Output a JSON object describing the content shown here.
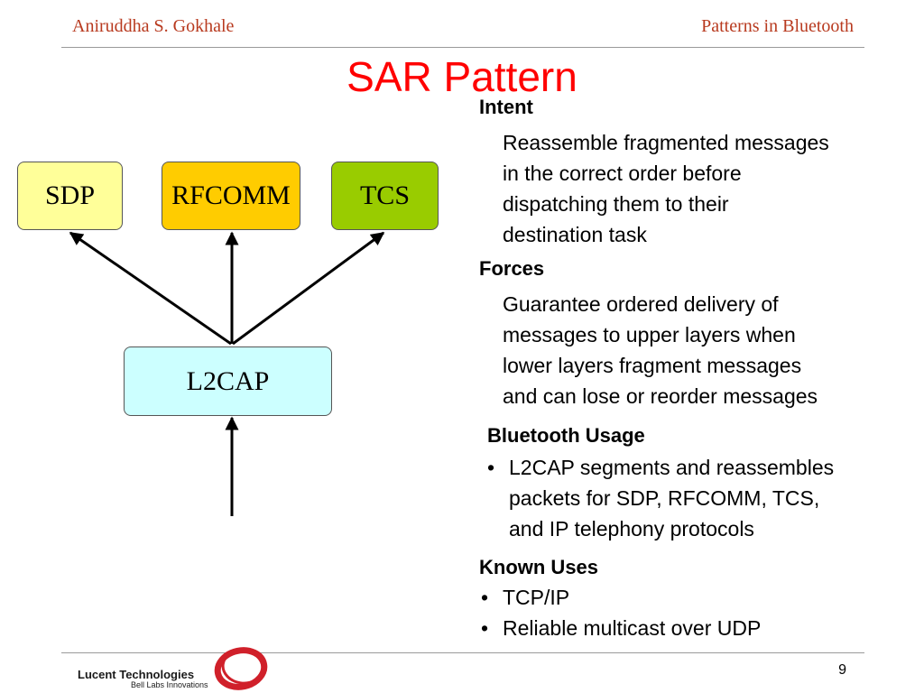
{
  "header": {
    "author": "Aniruddha S. Gokhale",
    "topic": "Patterns in Bluetooth"
  },
  "slide": {
    "title": "SAR Pattern"
  },
  "diagram": {
    "nodes": [
      {
        "id": "sdp",
        "label": "SDP",
        "color": "#ffff99"
      },
      {
        "id": "rfcomm",
        "label": "RFCOMM",
        "color": "#ffcc00"
      },
      {
        "id": "tcs",
        "label": "TCS",
        "color": "#99cc00"
      },
      {
        "id": "l2cap",
        "label": "L2CAP",
        "color": "#ccffff"
      }
    ],
    "edges": [
      {
        "from": "l2cap",
        "to": "sdp"
      },
      {
        "from": "l2cap",
        "to": "rfcomm"
      },
      {
        "from": "l2cap",
        "to": "tcs"
      },
      {
        "from": "below",
        "to": "l2cap"
      }
    ]
  },
  "sections": {
    "intent": {
      "heading": "Intent",
      "lines": [
        "Reassemble fragmented messages",
        "in the correct order before",
        "dispatching them to their",
        "destination task"
      ]
    },
    "forces": {
      "heading": "Forces",
      "lines": [
        "Guarantee ordered delivery of",
        "messages to upper layers when",
        "lower layers fragment messages",
        "and can lose or reorder messages"
      ]
    },
    "usage": {
      "heading": "Bluetooth Usage",
      "bullets": [
        {
          "lines": [
            "L2CAP segments and reassembles",
            "packets for SDP, RFCOMM, TCS,",
            "and IP telephony protocols"
          ]
        }
      ]
    },
    "known_uses": {
      "heading": "Known Uses",
      "bullets": [
        "TCP/IP",
        "Reliable multicast over UDP"
      ]
    }
  },
  "footer": {
    "logo_name": "Lucent Technologies",
    "logo_tagline": "Bell Labs Innovations",
    "page_number": "9",
    "logo_color": "#d0202a"
  }
}
